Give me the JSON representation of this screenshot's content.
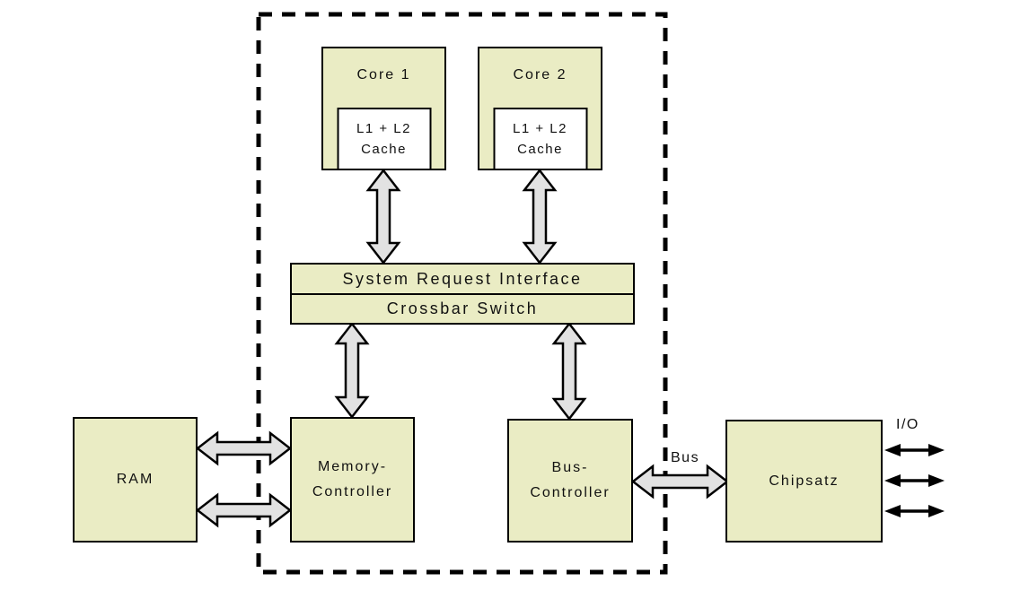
{
  "diagram": {
    "colors": {
      "box_fill": "#eaecc4",
      "arrow_fill": "#e2e2e2",
      "line_color": "#000000",
      "background": "#ffffff",
      "text_color": "#111111"
    },
    "nodes": {
      "core1": {
        "label": "Core 1",
        "cache_line1": "L1 + L2",
        "cache_line2": "Cache"
      },
      "core2": {
        "label": "Core 2",
        "cache_line1": "L1 + L2",
        "cache_line2": "Cache"
      },
      "sri": {
        "label": "System Request Interface"
      },
      "crossbar": {
        "label": "Crossbar Switch"
      },
      "ram": {
        "label": "RAM"
      },
      "memory_controller": {
        "line1": "Memory-",
        "line2": "Controller"
      },
      "bus_controller": {
        "line1": "Bus-",
        "line2": "Controller"
      },
      "chipsatz": {
        "label": "Chipsatz"
      }
    },
    "labels": {
      "bus": "Bus",
      "io": "I/O"
    }
  }
}
